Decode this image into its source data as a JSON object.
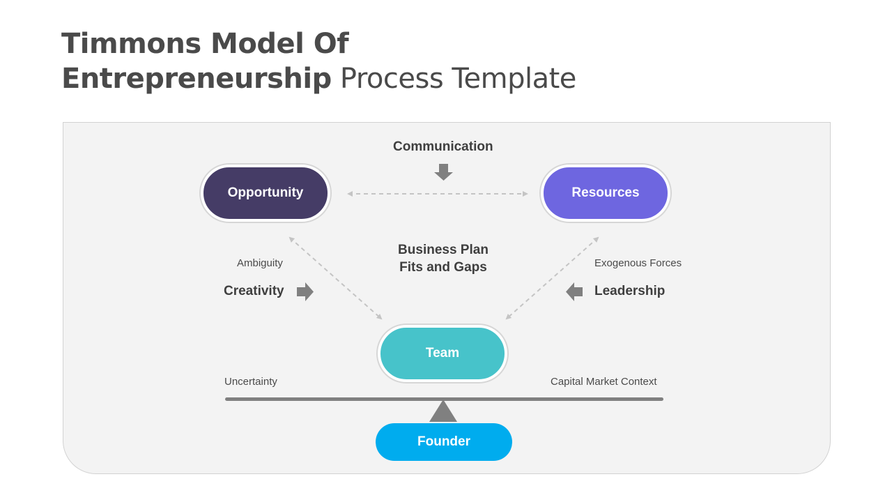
{
  "title": {
    "line1": "Timmons Model Of",
    "line2_bold": "Entrepreneurship",
    "line2_rest": " Process Template"
  },
  "nodes": {
    "opportunity": "Opportunity",
    "resources": "Resources",
    "team": "Team",
    "founder": "Founder"
  },
  "labels": {
    "communication": "Communication",
    "business_plan": [
      "Business Plan",
      "Fits and Gaps"
    ],
    "ambiguity": "Ambiguity",
    "creativity": "Creativity",
    "exogenous_forces": "Exogenous Forces",
    "leadership": "Leadership",
    "uncertainty": "Uncertainty",
    "capital_market_context": "Capital Market Context"
  },
  "colors": {
    "opportunity": "#453c66",
    "resources": "#6e66e0",
    "team": "#47c3ca",
    "founder": "#00acee",
    "arrow": "#808080",
    "connector": "#c4c4c4"
  }
}
